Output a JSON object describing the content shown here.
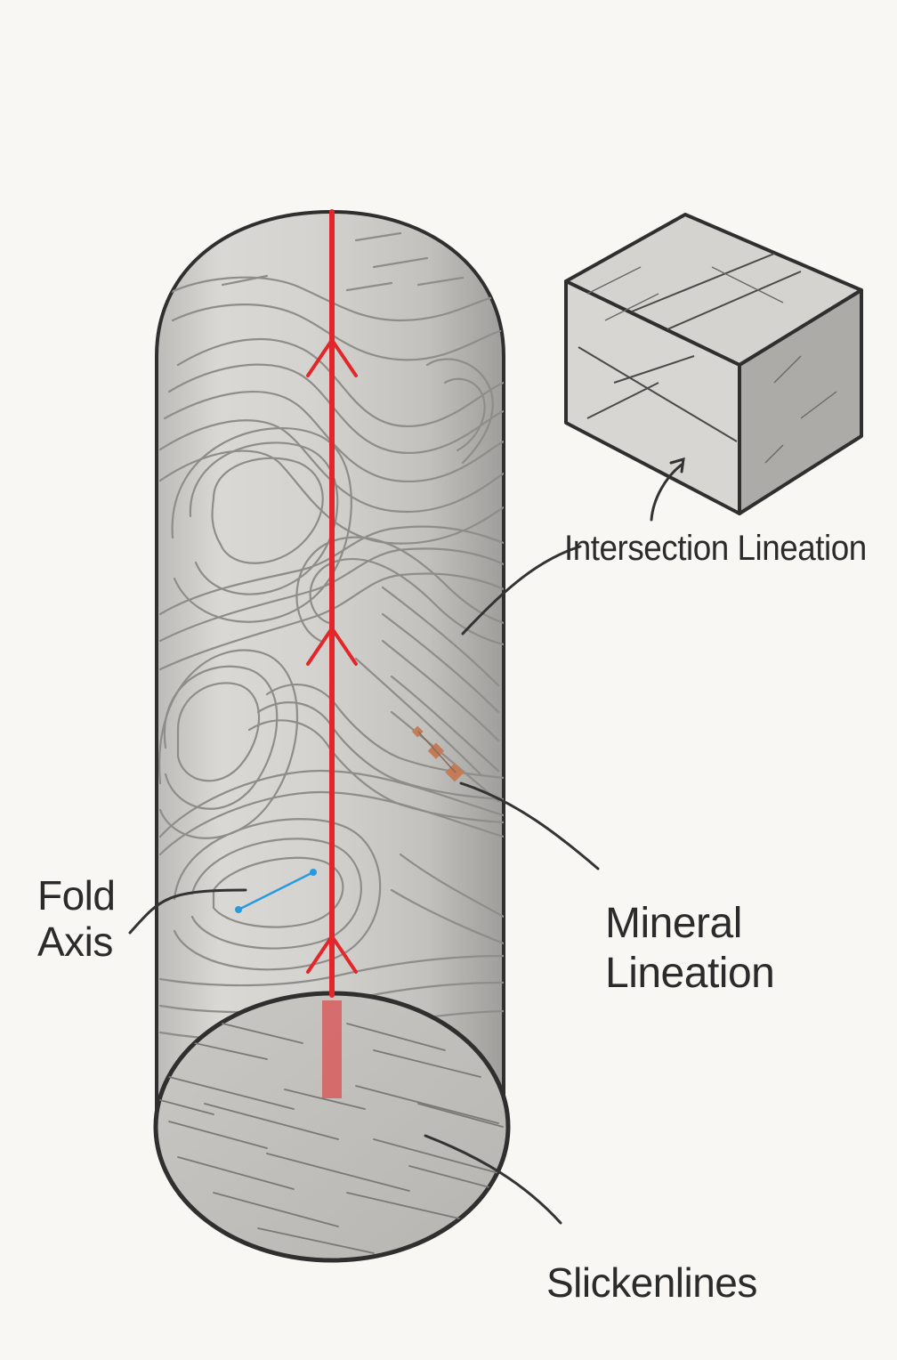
{
  "labels": {
    "intersection": "Intersection Lineation",
    "mineral_line1": "Mineral",
    "mineral_line2": "Lineation",
    "fold_line1": "Fold",
    "fold_line2": "Axis",
    "slickenlines": "Slickenlines"
  },
  "colors": {
    "background": "#f8f7f3",
    "rock_fill": "#d2d1cd",
    "rock_shadow": "#a4a3a0",
    "outline": "#2f2f2f",
    "fold_axis_red": "#e3262a",
    "mineral_grain": "#c47b58",
    "fold_marker_blue": "#2a9ae0",
    "contour": "#8e8d8a"
  }
}
